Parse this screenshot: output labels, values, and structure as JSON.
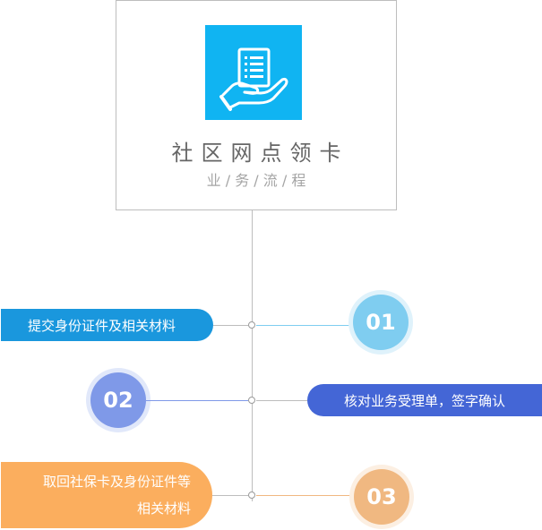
{
  "header": {
    "title": "社区网点领卡",
    "subtitle": "业 / 务 / 流 / 程",
    "icon": "hand-holding-document-icon",
    "icon_bg": "#10b4f2"
  },
  "steps": [
    {
      "number": "01",
      "text": "提交身份证件及相关材料",
      "side": "left",
      "pill_color": "#1a97dd",
      "badge_color": "#7fcdf0",
      "line_color": "#7fcdf0"
    },
    {
      "number": "02",
      "text": "核对业务受理单，签字确认",
      "side": "right",
      "pill_color": "#4466d6",
      "badge_color": "#7f99e8",
      "line_color": "#7f99e8"
    },
    {
      "number": "03",
      "text_line1": "取回社保卡及身份证件等",
      "text_line2": "相关材料",
      "side": "left",
      "pill_color": "#fbae5e",
      "badge_color": "#f0b881",
      "line_color": "#f0b881"
    }
  ]
}
